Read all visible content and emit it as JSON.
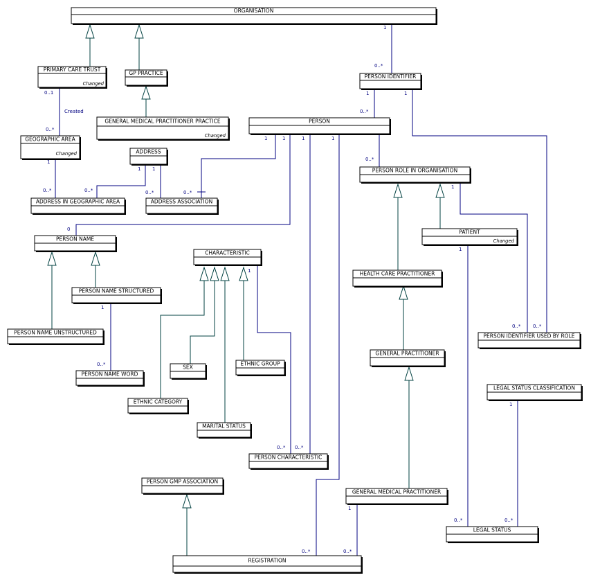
{
  "classes": {
    "organisation": {
      "name": "ORGANISATION"
    },
    "primary_care_trust": {
      "name": "PRIMARY CARE TRUST",
      "stereotype": "Changed"
    },
    "gp_practice": {
      "name": "GP PRACTICE"
    },
    "person_identifier": {
      "name": "PERSON IDENTIFIER"
    },
    "gmp_practice": {
      "name": "GENERAL MEDICAL PRACTITIONER PRACTICE",
      "stereotype": "Changed"
    },
    "person": {
      "name": "PERSON"
    },
    "geographic_area": {
      "name": "GEOGRAPHIC AREA",
      "stereotype": "Changed"
    },
    "address": {
      "name": "ADDRESS"
    },
    "person_role": {
      "name": "PERSON ROLE IN ORGANISATION"
    },
    "address_in_geo": {
      "name": "ADDRESS IN GEOGRAPHIC AREA"
    },
    "address_assoc": {
      "name": "ADDRESS ASSOCIATION"
    },
    "patient": {
      "name": "PATIENT",
      "stereotype": "Changed"
    },
    "person_name": {
      "name": "PERSON NAME"
    },
    "characteristic": {
      "name": "CHARACTERISTIC"
    },
    "hcp": {
      "name": "HEALTH CARE PRACTITIONER"
    },
    "person_name_structured": {
      "name": "PERSON NAME STRUCTURED"
    },
    "person_name_unstructured": {
      "name": "PERSON NAME UNSTRUCTURED"
    },
    "person_identifier_used_by_role": {
      "name": "PERSON IDENTIFIER USED BY ROLE"
    },
    "general_practitioner": {
      "name": "GENERAL PRACTITIONER"
    },
    "ethnic_group": {
      "name": "ETHNIC GROUP"
    },
    "sex": {
      "name": "SEX"
    },
    "person_name_word": {
      "name": "PERSON NAME WORD"
    },
    "legal_status_classification": {
      "name": "LEGAL STATUS CLASSIFICATION"
    },
    "ethnic_category": {
      "name": "ETHNIC CATEGORY"
    },
    "marital_status": {
      "name": "MARITAL STATUS"
    },
    "person_characteristic": {
      "name": "PERSON CHARACTERISTIC"
    },
    "person_gmp_association": {
      "name": "PERSON GMP ASSOCIATION"
    },
    "gmp": {
      "name": "GENERAL MEDICAL PRACTITIONER"
    },
    "legal_status": {
      "name": "LEGAL STATUS"
    },
    "registration": {
      "name": "REGISTRATION"
    }
  },
  "association_labels": {
    "created": "Created"
  },
  "multiplicities": {
    "one": "1",
    "zero_many": "0..*",
    "zero_one": "0..1",
    "zero": "0"
  }
}
